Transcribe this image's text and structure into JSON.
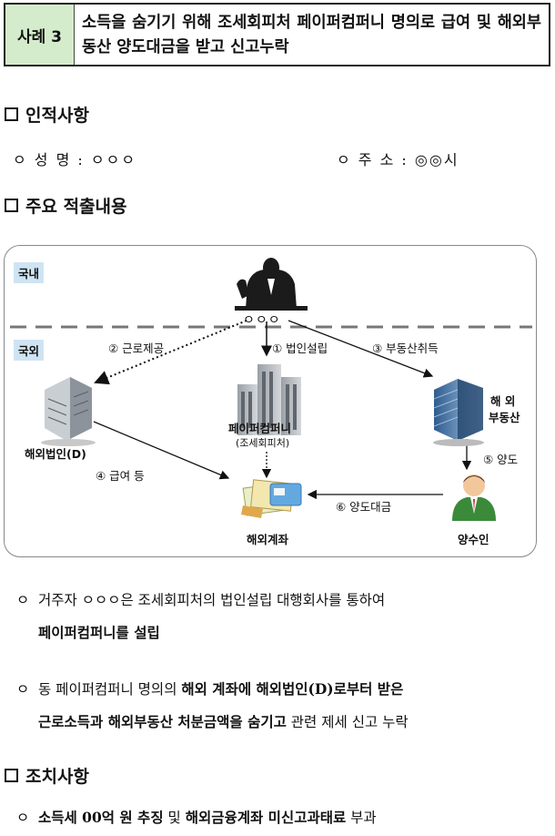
{
  "header": {
    "tag": "사례 3",
    "title": "소득을 숨기기 위해 조세회피처 페이퍼컴퍼니 명의로 급여 및 해외부동산 양도대금을 받고 신고누락"
  },
  "sections": {
    "personal": {
      "title": "인적사항"
    },
    "findings": {
      "title": "주요 적출내용"
    },
    "actions": {
      "title": "조치사항"
    }
  },
  "personal": {
    "name_label": "ㅇ 성 명 : ㅇㅇㅇ",
    "address_label": "ㅇ 주   소 : ◎◎시"
  },
  "diagram": {
    "domestic": "국내",
    "overseas": "국외",
    "person": "ㅇㅇㅇ",
    "step1": "① 법인설립",
    "step2": "② 근로제공",
    "step3": "③ 부동산취득",
    "step4": "④ 급여 등",
    "step5": "⑤ 양도",
    "step6": "⑥ 양도대금",
    "paper_company": "페이퍼컴퍼니",
    "paper_company_sub": "(조세회피처)",
    "overseas_corp": "해외법인(D)",
    "overseas_property_1": "해 외",
    "overseas_property_2": "부동산",
    "overseas_account": "해외계좌",
    "buyer": "양수인"
  },
  "findings": {
    "p1_bullet": "ㅇ",
    "p1_line1": "거주자 ㅇㅇㅇ은 조세회피처의 법인설립 대행회사를 통하여",
    "p1_line2": "페이퍼컴퍼니를 설립",
    "p2_bullet": "ㅇ",
    "p2_a": "동 페이퍼컴퍼니 명의의 ",
    "p2_b": "해외 계좌에 해외법인(D)로부터 받은",
    "p2_c": "근로소득과 해외부동산 처분금액을 숨기고",
    "p2_d": " 관련 제세 신고 누락"
  },
  "actions": {
    "bullet": "ㅇ",
    "a": "소득세 00억 원 추징",
    "b": " 및 ",
    "c": "해외금융계좌 미신고과태료",
    "d": " 부과"
  }
}
